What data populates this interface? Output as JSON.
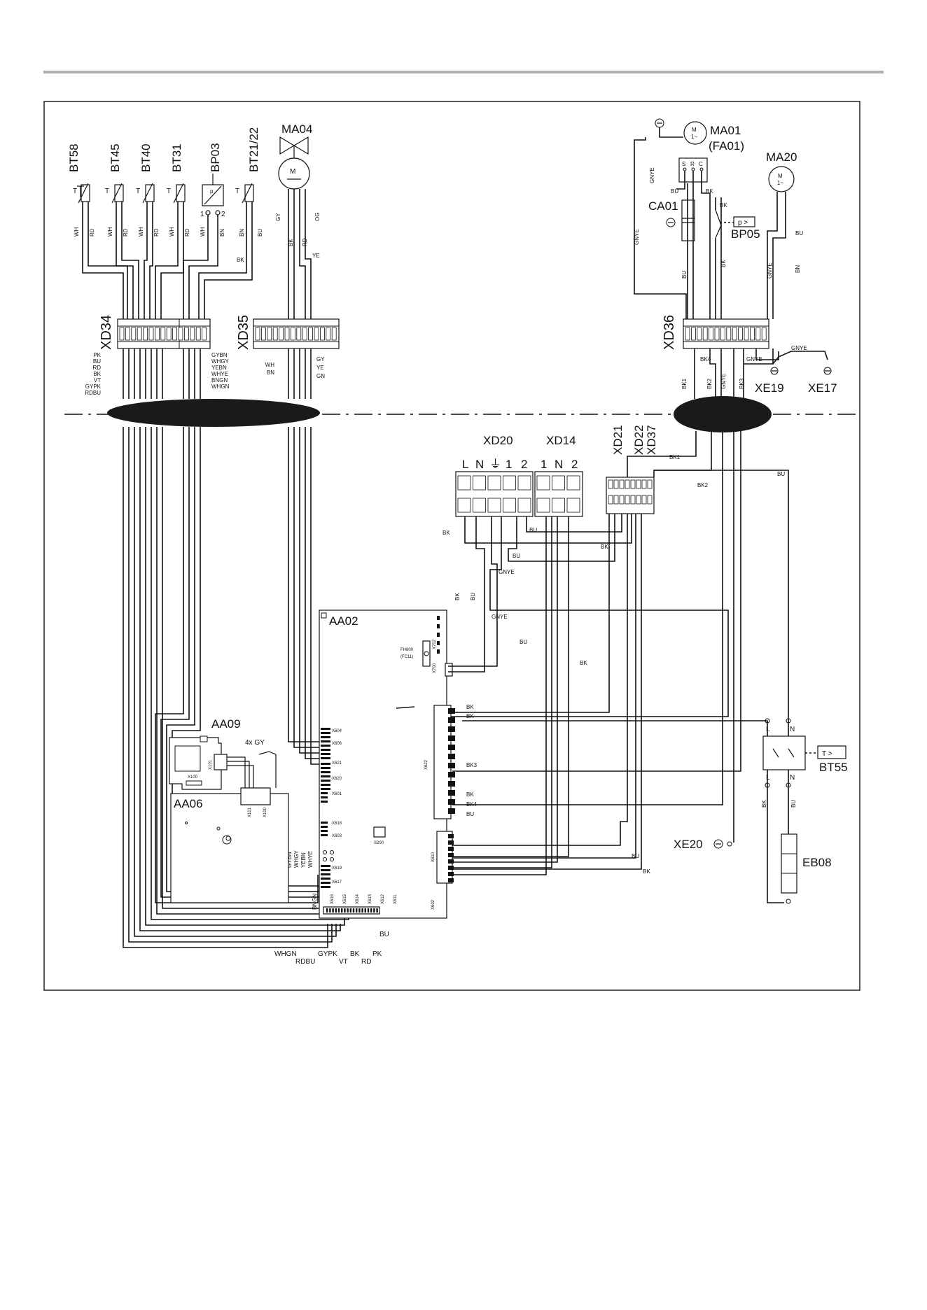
{
  "colors": {
    "ink": "#111111",
    "page_rule": "#b0b0b0",
    "bundle": "#1a1a1a",
    "background": "#ffffff"
  },
  "components": {
    "bt58": "BT58",
    "bt45": "BT45",
    "bt40": "BT40",
    "bt31": "BT31",
    "bp03": "BP03",
    "bt21_22": "BT21/22",
    "ma04": "MA04",
    "ma01": "MA01",
    "fa01": "(FA01)",
    "ma20": "MA20",
    "ca01": "CA01",
    "bp05": "BP05",
    "bp05_box": "p >",
    "xe19": "XE19",
    "xe17": "XE17",
    "xe20": "XE20",
    "bt55": "BT55",
    "bt55_box": "T >",
    "eb08": "EB08",
    "aa02": "AA02",
    "aa09": "AA09",
    "aa06": "AA06",
    "fh800": "FH800",
    "fc11": "(FC11)",
    "s200": "S200",
    "gy4x": "4x GY"
  },
  "motor_text": {
    "m": "M",
    "phase": "1~"
  },
  "sensor_text": {
    "t": "T",
    "p": "p",
    "one": "1",
    "two": "2"
  },
  "ma01_terminals": {
    "s": "S",
    "r": "R",
    "c": "C"
  },
  "switch_terminals": {
    "l": "L",
    "n": "N"
  },
  "terminal_blocks": {
    "xd34": "XD34",
    "xd35": "XD35",
    "xd36": "XD36",
    "xd20": "XD20",
    "xd14": "XD14",
    "xd21": "XD21",
    "xd22": "XD22",
    "xd37": "XD37"
  },
  "xd20_pins": [
    "L",
    "N",
    "⏚",
    "1",
    "2"
  ],
  "xd14_pins": [
    "1",
    "N",
    "2"
  ],
  "aa02_connectors": {
    "x604": "X604",
    "x606": "X606",
    "x621": "X621",
    "x620": "X620",
    "x601": "X601",
    "x618": "X618",
    "x603": "X603",
    "x619": "X619",
    "x617": "X617",
    "x622": "X622",
    "x610": "X610",
    "x602": "X602",
    "x702": "X702",
    "x700": "X700",
    "bottom": [
      "X616",
      "X615",
      "X614",
      "X613",
      "X612",
      "X611"
    ]
  },
  "aa_connectors": {
    "x101": "X101",
    "x100": "X100"
  },
  "wire_labels": {
    "top_sensors": [
      "WH",
      "RD",
      "WH",
      "RD",
      "WH",
      "RD",
      "WH",
      "RD",
      "WH",
      "BN",
      "BN",
      "BU"
    ],
    "ma04": [
      "GY",
      "BK",
      "RD",
      "OG"
    ],
    "bk": "BK",
    "bu": "BU",
    "ye": "YE",
    "gnye": "GNYE",
    "bn": "BN",
    "bk1": "BK1",
    "bk2": "BK2",
    "bk3": "BK3",
    "bk4": "BK4",
    "xd34_left": [
      "PK",
      "BU",
      "RD",
      "BK",
      "VT",
      "GYPK",
      "RDBU"
    ],
    "xd34_right": [
      "GYBN",
      "WHGY",
      "YEBN",
      "WHYE",
      "BNGN",
      "WHGN"
    ],
    "xd35_left": [
      "WH",
      "BN"
    ],
    "xd35_right": [
      "GY",
      "YE",
      "GN"
    ],
    "aa02_mid": [
      "GYBN",
      "WHGY",
      "YEBN",
      "WHYE"
    ],
    "bngn": "BNGN",
    "bottom_row1": [
      "WHGN",
      "GYPK",
      "BK",
      "PK"
    ],
    "bottom_row2": [
      "RDBU",
      "VT",
      "RD"
    ]
  }
}
